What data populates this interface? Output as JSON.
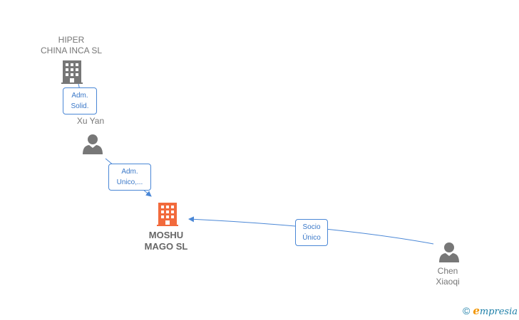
{
  "nodes": {
    "hiper": {
      "label": "HIPER\nCHINA INCA SL",
      "kind": "company",
      "color": "#777777"
    },
    "xuyan": {
      "label": "Xu Yan",
      "kind": "person",
      "color": "#777777"
    },
    "moshu": {
      "label": "MOSHU\nMAGO  SL",
      "kind": "company",
      "color": "#f26a3c"
    },
    "chen": {
      "label": "Chen\nXiaoqi",
      "kind": "person",
      "color": "#777777"
    }
  },
  "edges": [
    {
      "from": "xuyan",
      "to": "hiper",
      "label": "Adm.\nSolid."
    },
    {
      "from": "xuyan",
      "to": "moshu",
      "label": "Adm.\nUnico,..."
    },
    {
      "from": "chen",
      "to": "moshu",
      "label": "Socio\nÚnico"
    }
  ],
  "colors": {
    "edge": "#4a87d6",
    "main": "#f26a3c",
    "node": "#777777"
  },
  "footer": {
    "copyright": "©",
    "brand_initial": "e",
    "brand_rest": "mpresia"
  }
}
